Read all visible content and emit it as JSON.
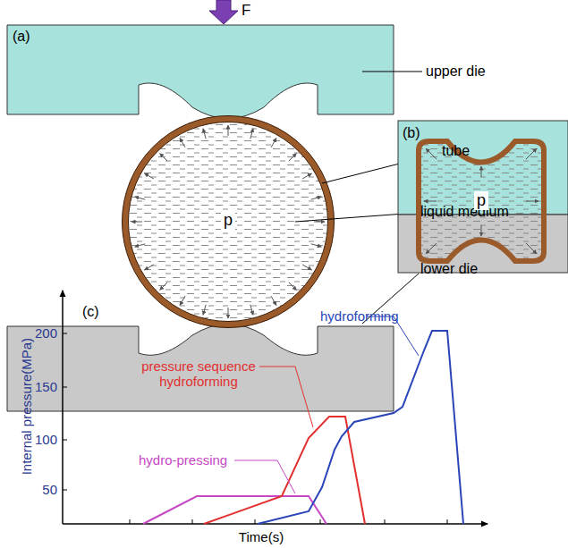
{
  "diagram": {
    "labels": [
      "F",
      "(a)",
      "upper die",
      "tube",
      "p",
      "liquid medium",
      "lower die",
      "(b)",
      "p",
      "(c)",
      "hydroforming",
      "pressure sequence hydroforming",
      "hydro-pressing",
      "200",
      "150",
      "100",
      "50",
      "Internal pressure(MPa)",
      "Time(s)"
    ]
  }
}
